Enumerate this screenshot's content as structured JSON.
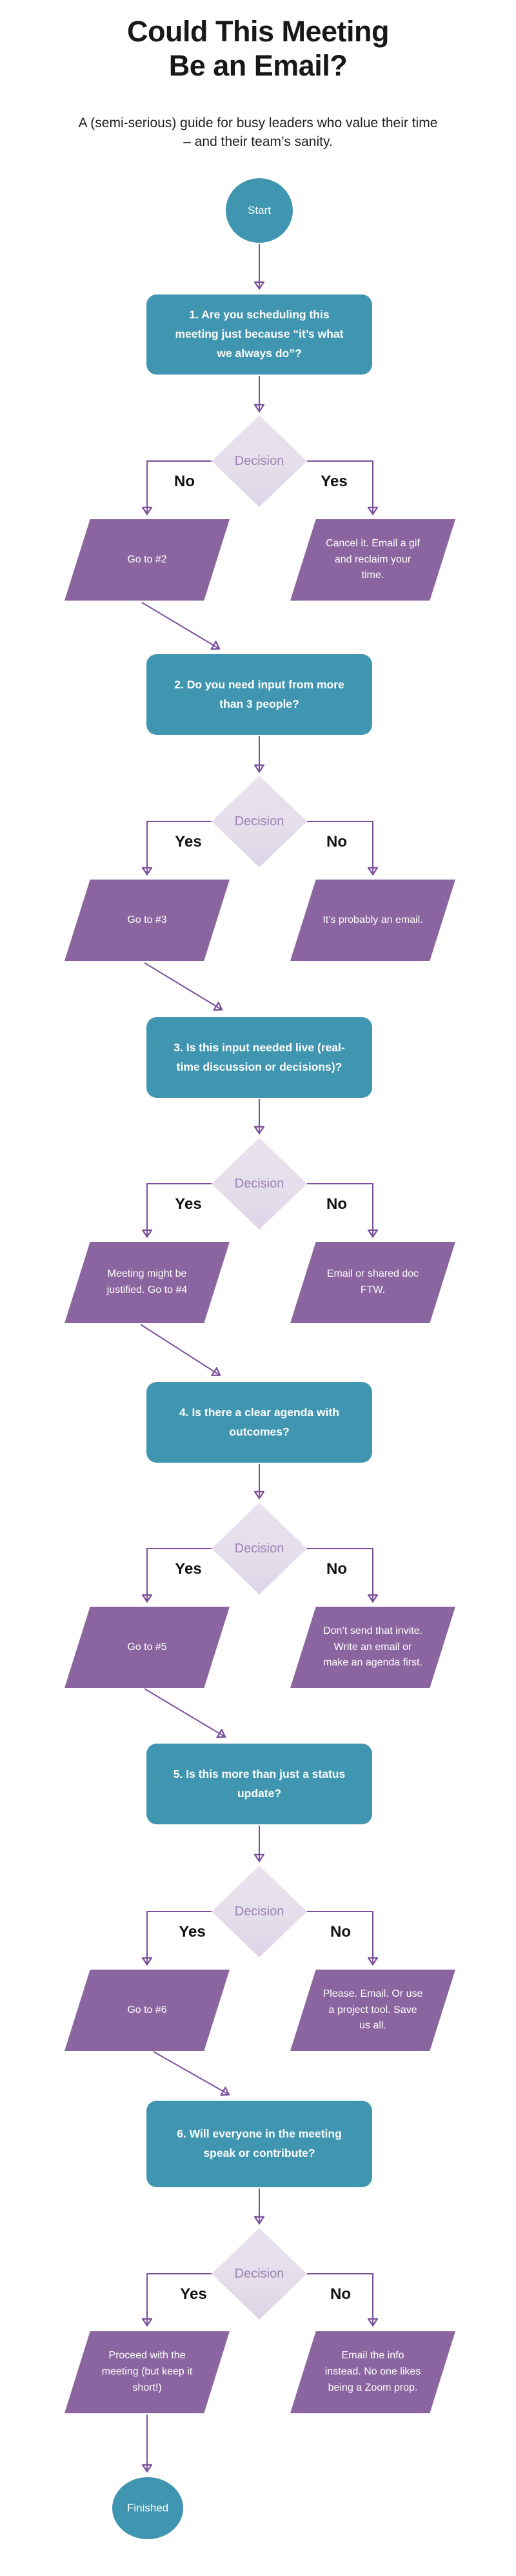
{
  "colors": {
    "teal": "#4095b0",
    "purple": "#8b659f",
    "diamond": "#e5deeb",
    "line": "#7b4f9c",
    "decision_text": "#9d82b3",
    "label_text": "#111111",
    "title_text": "#181818"
  },
  "header": {
    "title_line1": "Could This Meeting",
    "title_line2": "Be an Email?",
    "subtitle": "A (semi-serious) guide for busy leaders who value their time – and their team’s sanity."
  },
  "labels": {
    "start": "Start",
    "finish": "Finished",
    "decision": "Decision"
  },
  "steps": [
    {
      "question": "1. Are you scheduling this meeting just because “it’s what we always do”?",
      "left_label": "No",
      "right_label": "Yes",
      "left_action": "Go to #2",
      "right_action": "Cancel it. Email a gif and reclaim your time."
    },
    {
      "question": "2. Do you need input from more than 3 people?",
      "left_label": "Yes",
      "right_label": "No",
      "left_action": "Go to #3",
      "right_action": "It’s probably an email."
    },
    {
      "question": "3. Is this input needed live (real-time discussion or decisions)?",
      "left_label": "Yes",
      "right_label": "No",
      "left_action": "Meeting might be justified. Go to #4",
      "right_action": "Email or shared doc FTW."
    },
    {
      "question": "4. Is there a clear agenda with outcomes?",
      "left_label": "Yes",
      "right_label": "No",
      "left_action": "Go to #5",
      "right_action": "Don’t send that invite. Write an email or make an agenda first."
    },
    {
      "question": "5. Is this more than just a status update?",
      "left_label": "Yes",
      "right_label": "No",
      "left_action": "Go to #6",
      "right_action": "Please. Email. Or use a project tool. Save us all."
    },
    {
      "question": "6. Will everyone in the meeting speak or contribute?",
      "left_label": "Yes",
      "right_label": "No",
      "left_action": "Proceed with the meeting (but keep it short!)",
      "right_action": "Email the info instead. No one likes being a Zoom prop."
    }
  ]
}
